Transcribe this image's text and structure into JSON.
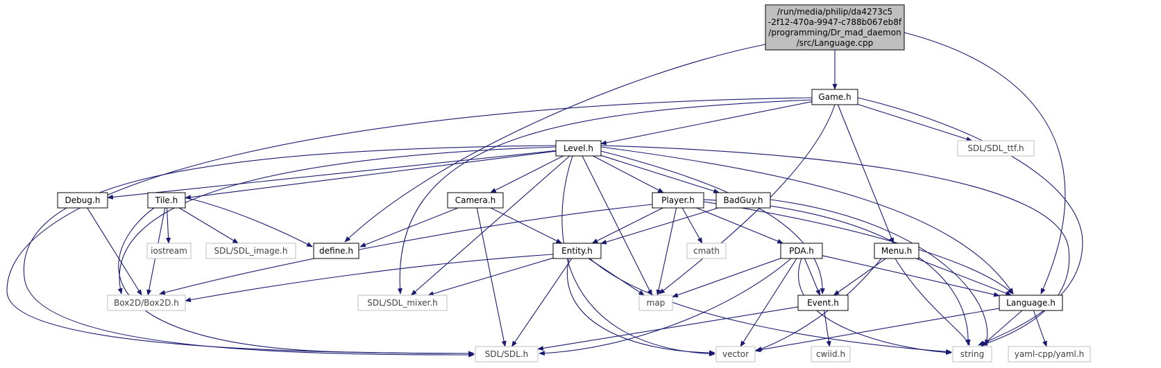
{
  "colors": {
    "edge": "#191970",
    "root_fill": "#bfbfbf",
    "node_border": "#000000",
    "external_border": "#bfbfbf",
    "external_text": "#404040",
    "node_text": "#000000",
    "background": "#ffffff"
  },
  "nodes": {
    "root": {
      "lines": [
        "/run/media/philip/da4273c5",
        "-2f12-470a-9947-c788b067eb8f",
        "/programming/Dr_mad_daemon",
        "/src/Language.cpp"
      ],
      "kind": "root"
    },
    "game": {
      "label": "Game.h",
      "kind": "local"
    },
    "sdl_ttf": {
      "label": "SDL/SDL_ttf.h",
      "kind": "external"
    },
    "level": {
      "label": "Level.h",
      "kind": "local"
    },
    "debug": {
      "label": "Debug.h",
      "kind": "local"
    },
    "tile": {
      "label": "Tile.h",
      "kind": "local"
    },
    "camera": {
      "label": "Camera.h",
      "kind": "local"
    },
    "player": {
      "label": "Player.h",
      "kind": "local"
    },
    "badguy": {
      "label": "BadGuy.h",
      "kind": "local"
    },
    "iostream": {
      "label": "iostream",
      "kind": "external"
    },
    "sdl_image": {
      "label": "SDL/SDL_image.h",
      "kind": "external"
    },
    "define": {
      "label": "define.h",
      "kind": "local"
    },
    "entity": {
      "label": "Entity.h",
      "kind": "local"
    },
    "cmath": {
      "label": "cmath",
      "kind": "external"
    },
    "pda": {
      "label": "PDA.h",
      "kind": "local"
    },
    "menu": {
      "label": "Menu.h",
      "kind": "local"
    },
    "box2d": {
      "label": "Box2D/Box2D.h",
      "kind": "external"
    },
    "sdl_mixer": {
      "label": "SDL/SDL_mixer.h",
      "kind": "external"
    },
    "map": {
      "label": "map",
      "kind": "external"
    },
    "event": {
      "label": "Event.h",
      "kind": "local"
    },
    "language": {
      "label": "Language.h",
      "kind": "local"
    },
    "sdl": {
      "label": "SDL/SDL.h",
      "kind": "external"
    },
    "vector": {
      "label": "vector",
      "kind": "external"
    },
    "cwiid": {
      "label": "cwiid.h",
      "kind": "external"
    },
    "string": {
      "label": "string",
      "kind": "external"
    },
    "yaml": {
      "label": "yaml-cpp/yaml.h",
      "kind": "external"
    }
  },
  "edges": [
    [
      "root",
      "game"
    ],
    [
      "root",
      "define"
    ],
    [
      "root",
      "language"
    ],
    [
      "game",
      "level"
    ],
    [
      "game",
      "sdl_ttf"
    ],
    [
      "game",
      "menu"
    ],
    [
      "game",
      "map"
    ],
    [
      "game",
      "string"
    ],
    [
      "game",
      "sdl_mixer"
    ],
    [
      "game",
      "sdl"
    ],
    [
      "level",
      "debug"
    ],
    [
      "level",
      "tile"
    ],
    [
      "level",
      "camera"
    ],
    [
      "level",
      "player"
    ],
    [
      "level",
      "badguy"
    ],
    [
      "level",
      "box2d"
    ],
    [
      "level",
      "sdl_mixer"
    ],
    [
      "level",
      "sdl"
    ],
    [
      "level",
      "map"
    ],
    [
      "level",
      "vector"
    ],
    [
      "level",
      "event"
    ],
    [
      "level",
      "language"
    ],
    [
      "level",
      "string"
    ],
    [
      "debug",
      "box2d"
    ],
    [
      "tile",
      "iostream"
    ],
    [
      "tile",
      "sdl_image"
    ],
    [
      "tile",
      "define"
    ],
    [
      "tile",
      "box2d"
    ],
    [
      "tile",
      "sdl"
    ],
    [
      "camera",
      "define"
    ],
    [
      "camera",
      "entity"
    ],
    [
      "camera",
      "sdl"
    ],
    [
      "player",
      "entity"
    ],
    [
      "player",
      "cmath"
    ],
    [
      "player",
      "pda"
    ],
    [
      "player",
      "map"
    ],
    [
      "player",
      "box2d"
    ],
    [
      "player",
      "string"
    ],
    [
      "player",
      "language"
    ],
    [
      "badguy",
      "entity"
    ],
    [
      "badguy",
      "string"
    ],
    [
      "entity",
      "box2d"
    ],
    [
      "entity",
      "sdl_mixer"
    ],
    [
      "entity",
      "map"
    ],
    [
      "entity",
      "sdl"
    ],
    [
      "entity",
      "vector"
    ],
    [
      "entity",
      "string"
    ],
    [
      "pda",
      "map"
    ],
    [
      "pda",
      "event"
    ],
    [
      "pda",
      "language"
    ],
    [
      "pda",
      "sdl"
    ],
    [
      "pda",
      "vector"
    ],
    [
      "pda",
      "string"
    ],
    [
      "menu",
      "event"
    ],
    [
      "menu",
      "language"
    ],
    [
      "menu",
      "vector"
    ],
    [
      "menu",
      "string"
    ],
    [
      "event",
      "sdl"
    ],
    [
      "event",
      "cwiid"
    ],
    [
      "language",
      "vector"
    ],
    [
      "language",
      "string"
    ],
    [
      "language",
      "yaml"
    ]
  ]
}
